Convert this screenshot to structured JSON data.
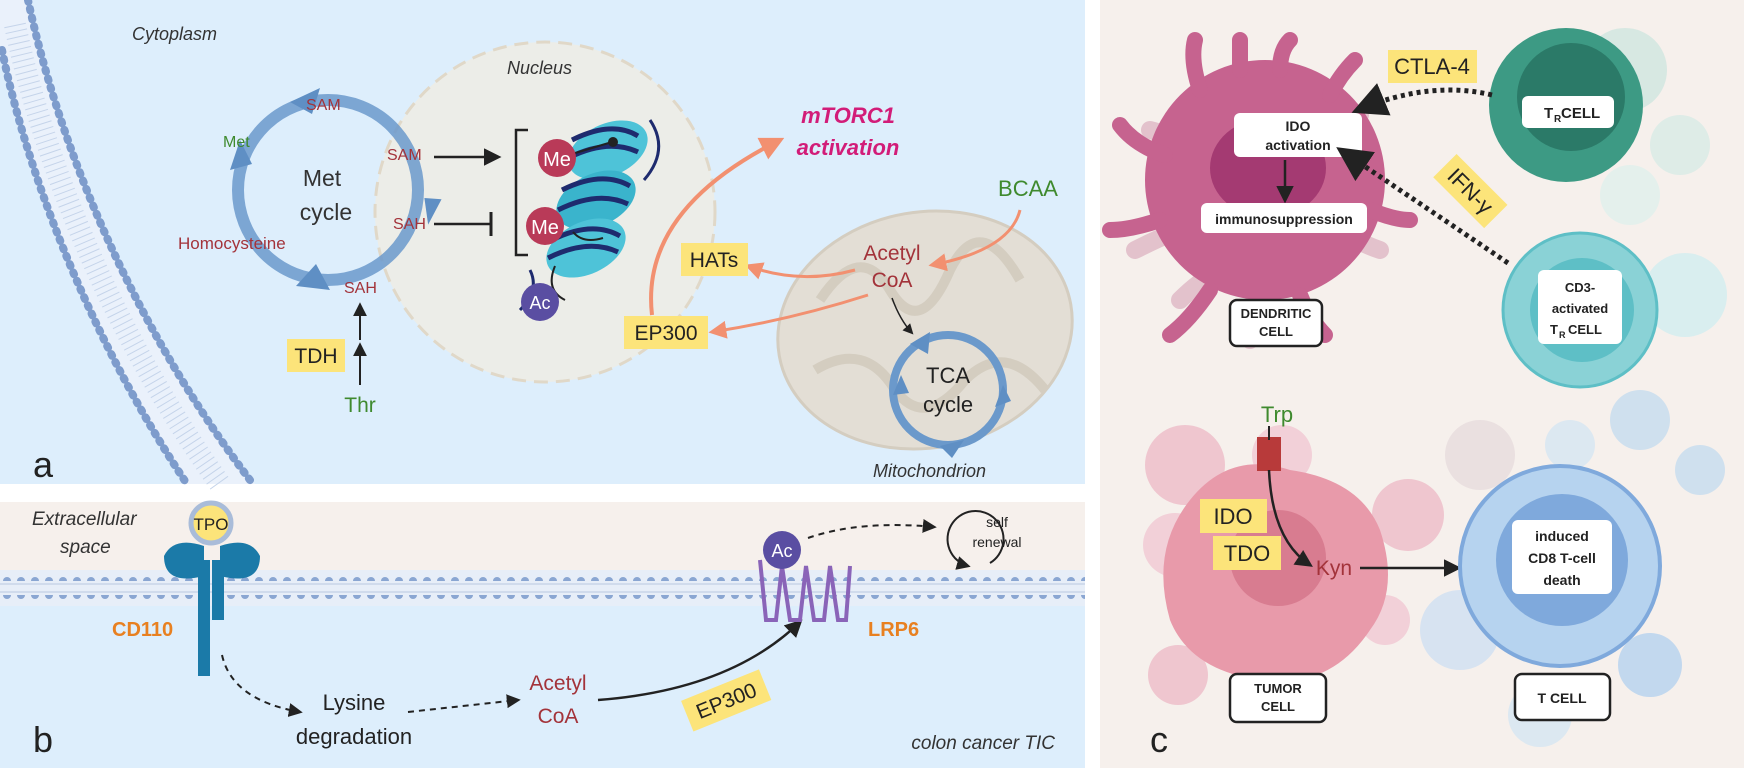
{
  "panel_a": {
    "letter": "a",
    "cytoplasm": "Cytoplasm",
    "nucleus": "Nucleus",
    "mitochondrion": "Mitochondrion",
    "met_cycle": [
      "Met",
      "cycle"
    ],
    "sam_top": "SAM",
    "met": "Met",
    "homocysteine": "Homocysteine",
    "sah_bottom": "SAH",
    "sam_right": "SAM",
    "sah_right": "SAH",
    "tdh": "TDH",
    "thr": "Thr",
    "me1": "Me",
    "me2": "Me",
    "ac": "Ac",
    "hats": "HATs",
    "ep300": "EP300",
    "mtorc1": [
      "mTORC1",
      "activation"
    ],
    "bcaa": "BCAA",
    "acetyl_coa": [
      "Acetyl",
      "CoA"
    ],
    "tca": [
      "TCA",
      "cycle"
    ]
  },
  "panel_b": {
    "letter": "b",
    "extracellular": [
      "Extracellular",
      "space"
    ],
    "tpo": "TPO",
    "cd110": "CD110",
    "lysine": [
      "Lysine",
      "degradation"
    ],
    "acetyl_coa": [
      "Acetyl",
      "CoA"
    ],
    "ep300": "EP300",
    "ac": "Ac",
    "lrp6": "LRP6",
    "self_renewal": [
      "self",
      "renewal"
    ],
    "tic": "colon cancer TIC"
  },
  "panel_c": {
    "letter": "c",
    "ctla4": "CTLA-4",
    "ifng": "IFN-γ",
    "ido_activation": [
      "IDO",
      "activation"
    ],
    "immunosuppression": "immunosuppression",
    "dendritic_cell": [
      "DENDRITIC",
      "CELL"
    ],
    "tr_cell": [
      "T",
      "R",
      " CELL"
    ],
    "cd3_cell": [
      "CD3-",
      "activated",
      "T",
      "R",
      "CELL"
    ],
    "trp": "Trp",
    "ido": "IDO",
    "tdo": "TDO",
    "kyn": "Kyn",
    "tumor_cell": [
      "TUMOR",
      "CELL"
    ],
    "induced_death": [
      "induced",
      "CD8 T-cell",
      "death"
    ],
    "t_cell": "T CELL"
  },
  "colors": {
    "panel_blue": "#ddeefc",
    "panel_beige": "#f6f0ec",
    "highlight": "#fce47a",
    "dark_red": "#a3333a",
    "green": "#3f8a2e",
    "magenta": "#d21c78",
    "orange": "#e88020",
    "cycle_blue": "#5f8fc4",
    "salmon": "#f29070"
  }
}
